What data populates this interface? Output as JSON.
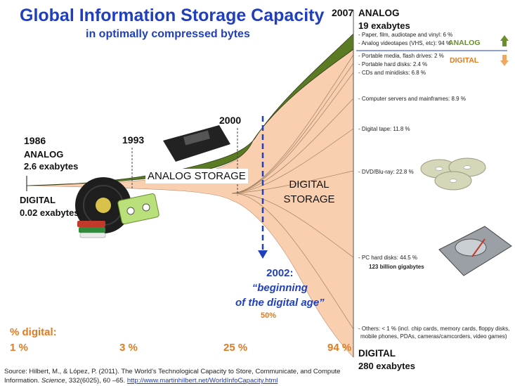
{
  "header": {
    "title": "Global Information Storage Capacity",
    "subtitle": "in optimally compressed bytes"
  },
  "annotations": {
    "y1986": "1986",
    "analog_1986_label": "ANALOG",
    "analog_1986_value": "2.6 exabytes",
    "digital_1986_label": "DIGITAL",
    "digital_1986_value": "0.02 exabytes",
    "y1993": "1993",
    "y2000": "2000",
    "y2007": "2007",
    "analog_2007_label": "ANALOG",
    "analog_2007_value": "19 exabytes",
    "digital_2007_label": "DIGITAL",
    "digital_2007_value": "280 exabytes",
    "analog_storage": "ANALOG STORAGE",
    "digital_storage_line1": "DIGITAL",
    "digital_storage_line2": "STORAGE",
    "legend_analog": "ANALOG",
    "legend_digital": "DIGITAL",
    "digital_age_year": "2002:",
    "digital_age_line1": "“beginning",
    "digital_age_line2": "of the digital age”",
    "digital_age_pct": "50%",
    "pc_hdd_sub": "123 billion  gigabytes"
  },
  "percent_digital": {
    "label": "% digital:",
    "values": [
      "1 %",
      "3 %",
      "25 %",
      "94 %"
    ]
  },
  "categories": [
    "- Paper, film, audiotape and vinyl: 6 %",
    "- Analog videotapes (VHS, etc): 94 %",
    "- Portable media, flash drives: 2 %",
    "- Portable hard disks: 2.4 %",
    "- CDs and minidisks: 6.8 %",
    "- Computer  servers and mainframes: 8.9 %",
    "- Digital tape: 11.8 %",
    "- DVD/Blu-ray: 22.8 %",
    "- PC hard disks: 44.5 %",
    "- Others: < 1 % (incl. chip cards, memory cards, floppy disks,",
    "mobile phones, PDAs, cameras/camcorders, video games)"
  ],
  "source": {
    "text": "Source: Hilbert, M., & López, P. (2011).  The World’s Technological Capacity to Store, Communicate, and Compute Information.",
    "journal": "Science",
    "ref": ", 332(6025), 60 –65.",
    "url": "http://www.martinhilbert.net/WorldInfoCapacity.html"
  },
  "colors": {
    "title": "#1f3fbf",
    "analog_area": "#5a7a24",
    "digital_area": "#f9cfb0",
    "orange_text": "#e07b22",
    "arrow_blue": "#1f3fbf",
    "arrow_up": "#6a8f2a",
    "arrow_down": "#f0a860"
  },
  "chart_data": {
    "type": "area",
    "title": "Global Information Storage Capacity",
    "subtitle": "in optimally compressed bytes",
    "x": [
      "1986",
      "1993",
      "2000",
      "2007"
    ],
    "series": [
      {
        "name": "ANALOG",
        "values": [
          2.6,
          null,
          null,
          19
        ],
        "unit": "exabytes"
      },
      {
        "name": "DIGITAL",
        "values": [
          0.02,
          null,
          null,
          280
        ],
        "unit": "exabytes"
      }
    ],
    "percent_digital": [
      1,
      3,
      25,
      94
    ],
    "digital_age": {
      "year": 2002,
      "percent_digital": 50
    },
    "analog_breakdown_2007": [
      {
        "name": "Paper, film, audiotape and vinyl",
        "percent": 6
      },
      {
        "name": "Analog videotapes (VHS, etc)",
        "percent": 94
      }
    ],
    "digital_breakdown_2007": [
      {
        "name": "Portable media, flash drives",
        "percent": 2
      },
      {
        "name": "Portable hard disks",
        "percent": 2.4
      },
      {
        "name": "CDs and minidisks",
        "percent": 6.8
      },
      {
        "name": "Computer  servers and mainframes",
        "percent": 8.9
      },
      {
        "name": "Digital tape",
        "percent": 11.8
      },
      {
        "name": "DVD/Blu-ray",
        "percent": 22.8
      },
      {
        "name": "PC hard disks",
        "percent": 44.5
      },
      {
        "name": "Others",
        "percent": "< 1"
      }
    ]
  }
}
